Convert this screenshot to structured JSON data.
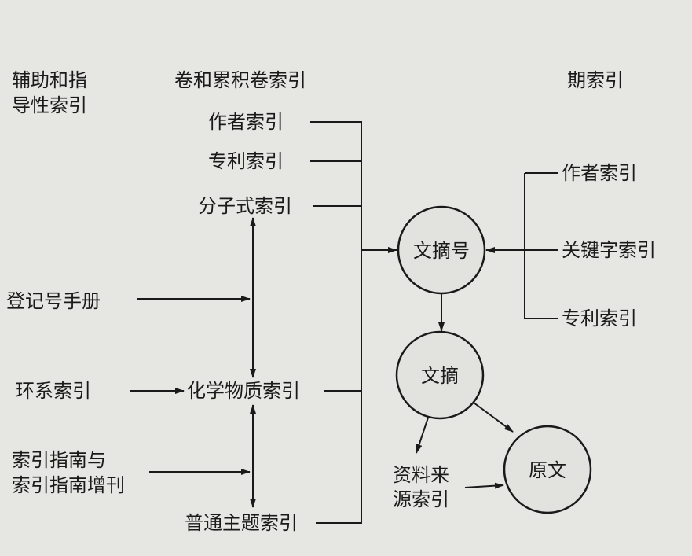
{
  "headers": {
    "auxiliary": [
      "辅助和指",
      "导性索引"
    ],
    "volume": "卷和累积卷索引",
    "issue": "期索引"
  },
  "volume_indexes": {
    "author": "作者索引",
    "patent": "专利索引",
    "formula": "分子式索引",
    "chemical_substance": "化学物质索引",
    "general_subject": "普通主题索引"
  },
  "auxiliary_indexes": {
    "registry": "登记号手册",
    "ring_systems": "环系索引",
    "index_guide": [
      "索引指南与",
      "索引指南增刊"
    ]
  },
  "issue_indexes": {
    "author": "作者索引",
    "keyword": "关键字索引",
    "patent": "专利索引"
  },
  "nodes": {
    "abstract_number": "文摘号",
    "abstract": "文摘",
    "original": "原文",
    "source_index": [
      "资料来",
      "源索引"
    ]
  }
}
